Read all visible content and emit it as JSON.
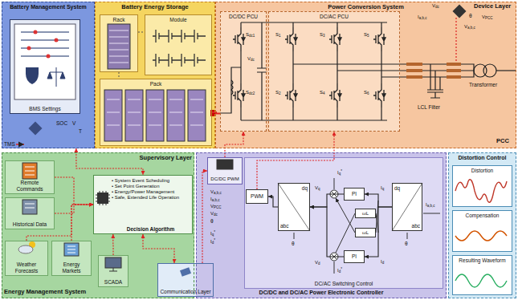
{
  "diagram": {
    "nodes": [
      {
        "text": [
          "Battery Management System"
        ]
      },
      {
        "text": [
          "BMS Settings"
        ],
        "in": 0
      },
      {
        "text": [
          "Battery Energy Storage"
        ]
      },
      {
        "text": [
          "Rack"
        ],
        "in": 2
      },
      {
        "text": [
          "Module"
        ],
        "in": 2
      },
      {
        "text": [
          "Pack"
        ],
        "in": 2
      },
      {
        "text": [
          "Power Conversion System"
        ]
      },
      {
        "text": [
          "DC/DC PCU"
        ],
        "in": 6
      },
      {
        "text": [
          "DC/AC PCU"
        ],
        "in": 6
      },
      {
        "text": [
          "Supervisory Layer",
          "Energy Management System"
        ]
      },
      {
        "text": [
          "• System Event Scheduling",
          "• Set Point Generation",
          "• Energy/Power Management",
          "• Safe, Extended Life Operation",
          "Decision Algorithm"
        ],
        "in": 9
      },
      {
        "text": [
          "Remote Commands"
        ],
        "in": 9
      },
      {
        "text": [
          "Historical Data"
        ],
        "in": 9
      },
      {
        "text": [
          "Weather Forecasts"
        ],
        "in": 9
      },
      {
        "text": [
          "Energy Markets"
        ],
        "in": 9
      },
      {
        "text": [
          "SCADA"
        ],
        "in": 9
      },
      {
        "text": [
          "Communication Layer"
        ]
      },
      {
        "text": [
          "DC/DC and DC/AC Power Electronic Controller"
        ]
      },
      {
        "text": [
          "DC/DC PWM"
        ],
        "in": 17
      },
      {
        "text": [
          "DC/AC Switching Control"
        ],
        "in": 17
      },
      {
        "text": [
          "PWM"
        ],
        "in": 19
      },
      {
        "text": [
          "PI"
        ],
        "in": 19
      },
      {
        "text": [
          "PI"
        ],
        "in": 19
      },
      {
        "text": [
          "ωL"
        ],
        "in": 19
      },
      {
        "text": [
          "ωL"
        ],
        "in": 19
      },
      {
        "text": [
          "dq",
          "abc"
        ],
        "in": 19
      },
      {
        "text": [
          "dq",
          "abc"
        ],
        "in": 19
      },
      {
        "text": [
          "Distortion Control"
        ]
      },
      {
        "text": [
          "Distortion"
        ],
        "in": 27
      },
      {
        "text": [
          "Compensation"
        ],
        "in": 27
      },
      {
        "text": [
          "Resulting Waveform"
        ],
        "in": 27
      }
    ],
    "edges": [
      {
        "from": 0,
        "to": 10,
        "arrow": "both"
      },
      {
        "from": 11,
        "to": 10,
        "arrow": "to"
      },
      {
        "from": 12,
        "to": 10,
        "arrow": "to"
      },
      {
        "from": 13,
        "to": 10,
        "arrow": "to"
      },
      {
        "from": 14,
        "to": 10,
        "arrow": "to"
      },
      {
        "from": 15,
        "to": 10,
        "arrow": "to"
      },
      {
        "from": 10,
        "to": 16,
        "arrow": "both"
      },
      {
        "from": 16,
        "to": 18,
        "arrow": "to"
      },
      {
        "from": 18,
        "to": 7,
        "arrow": "to"
      },
      {
        "from": 20,
        "to": 8,
        "arrow": "to"
      },
      {
        "from": 25,
        "to": 20,
        "arrow": "to"
      },
      {
        "from": 21,
        "to": 25,
        "arrow": "to"
      },
      {
        "from": 22,
        "to": 25,
        "arrow": "to"
      },
      {
        "from": 26,
        "to": 21,
        "arrow": "to"
      },
      {
        "from": 26,
        "to": 22,
        "arrow": "to"
      },
      {
        "from": 5,
        "to": 7,
        "arrow": "none"
      }
    ],
    "labels": [
      "Device Layer",
      "SOC",
      "V",
      "T",
      "TMS",
      "Sdc1",
      "Sdc2",
      "Vdc",
      "S1",
      "S3",
      "S5",
      "S2",
      "S4",
      "S6",
      "LCL Filter",
      "Transformer",
      "PCC",
      "Vdc",
      "Ia,b,c",
      "θ",
      "VPCC",
      "Va,b,c",
      "Va,b,c",
      "Ia,b,c",
      "VPCC",
      "Vdc",
      "θ",
      "Iq*",
      "Id*",
      "Vq",
      "Vd",
      "Iq*",
      "Id*",
      "Iq",
      "Id",
      "θ",
      "θ",
      "Ia,b,c"
    ]
  }
}
